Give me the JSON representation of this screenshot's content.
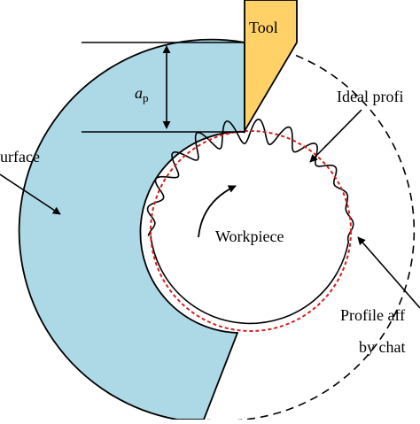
{
  "labels": {
    "tool": "Tool",
    "depth_symbol": "a",
    "depth_subscript": "p",
    "ideal_profile": "Ideal profi",
    "surface": "urface",
    "workpiece": "Workpiece",
    "chatter_line1": "Profile aff",
    "chatter_line2": "by chat"
  },
  "colors": {
    "workpiece_fill": "#add8e6",
    "tool_fill": "#ffd166",
    "ideal_profile": "#d61f1f",
    "outline": "#000000",
    "background": "#ffffff"
  }
}
